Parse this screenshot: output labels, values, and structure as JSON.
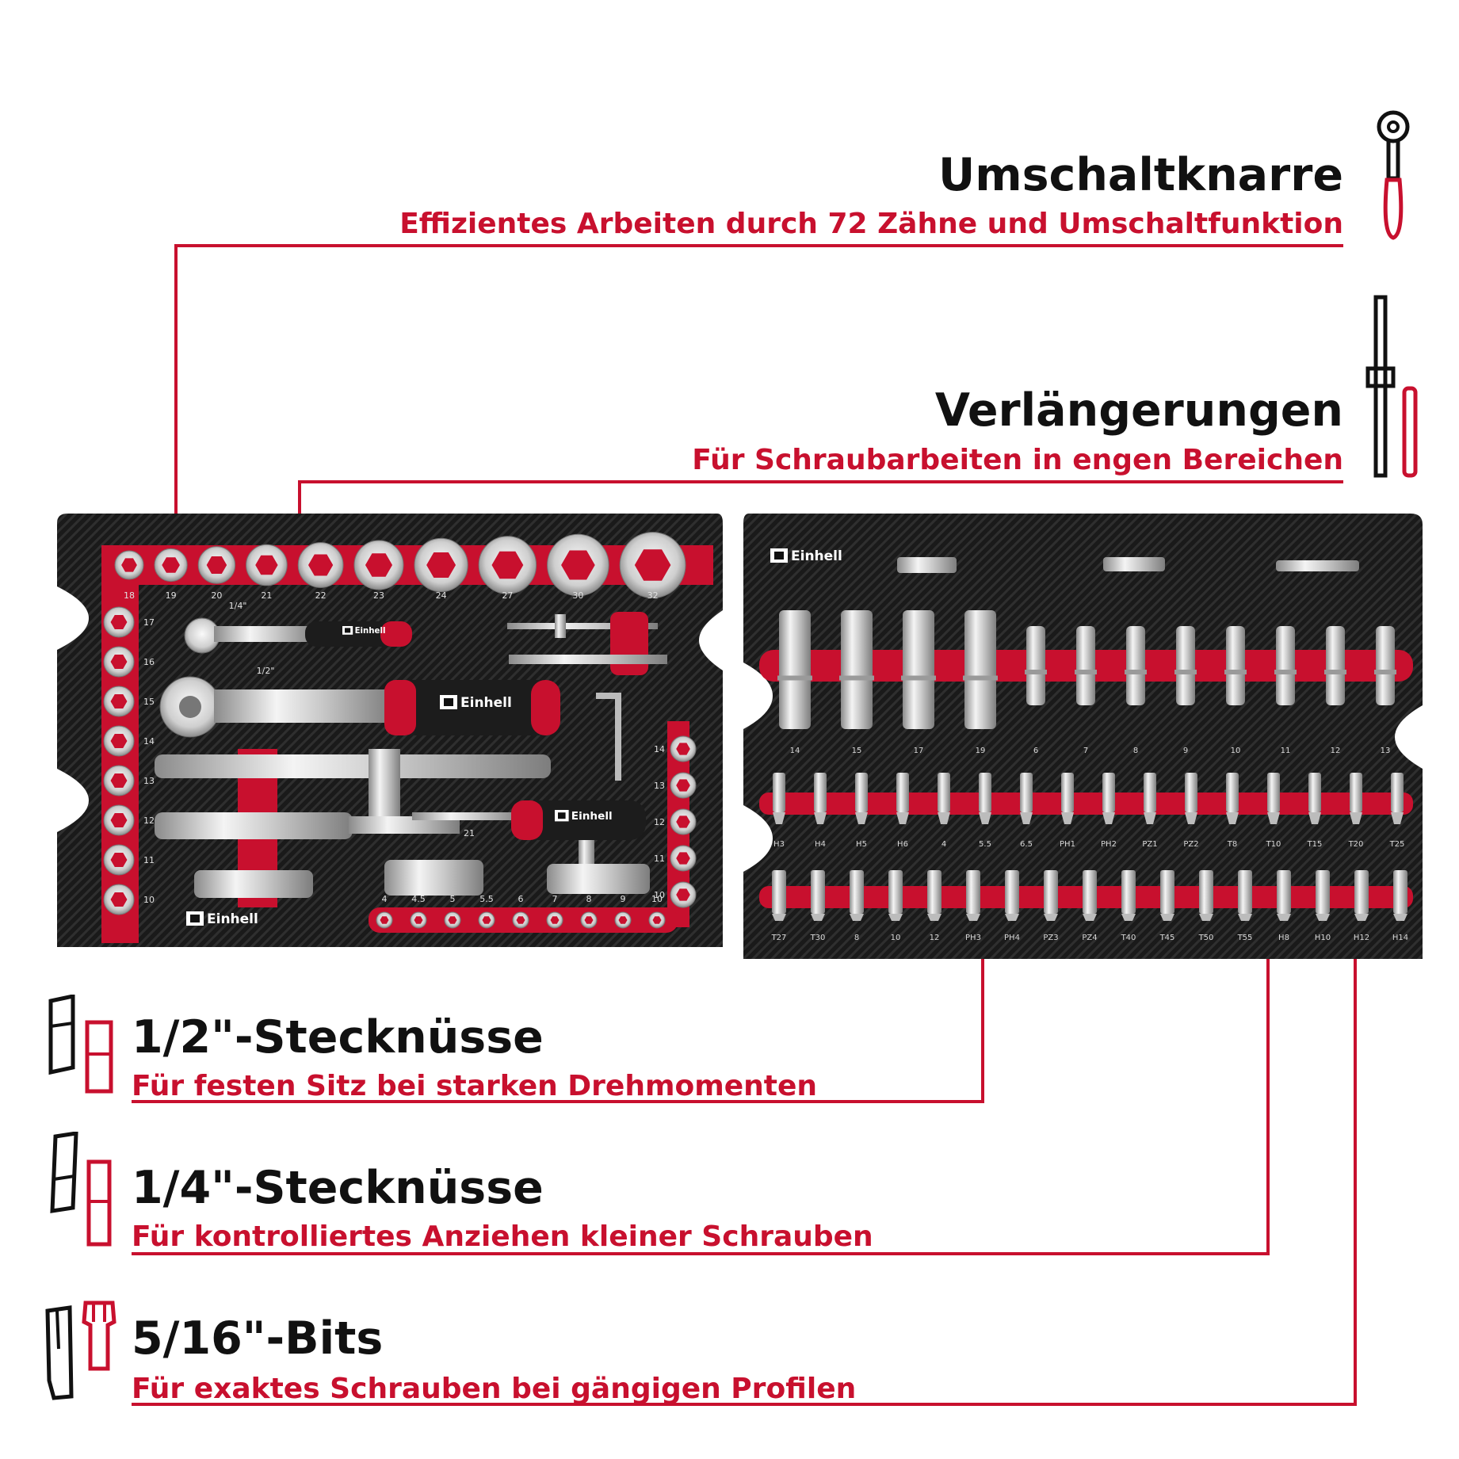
{
  "accent_color": "#c8102e",
  "text_color": "#111111",
  "features": {
    "ratchet": {
      "title": "Umschaltknarre",
      "subtitle": "Effizientes Arbeiten durch 72 Zähne und Umschaltfunktion",
      "icon": "ratchet-icon"
    },
    "extensions": {
      "title": "Verlängerungen",
      "subtitle": "Für Schraubarbeiten in engen Bereichen",
      "icon": "extension-bar-icon"
    },
    "sockets_half": {
      "title": "1/2\"-Stecknüsse",
      "subtitle": "Für festen Sitz bei starken Drehmomenten",
      "icon": "deep-socket-icon"
    },
    "sockets_quarter": {
      "title": "1/4\"-Stecknüsse",
      "subtitle": "Für kontrolliertes Anziehen kleiner Schrauben",
      "icon": "socket-icon"
    },
    "bits": {
      "title": "5/16\"-Bits",
      "subtitle": "Für exaktes Schrauben bei gängigen Profilen",
      "icon": "bit-icon"
    }
  },
  "brand": "Einhell",
  "left_tray": {
    "top_sockets": [
      "18",
      "19",
      "20",
      "21",
      "22",
      "23",
      "24",
      "27",
      "30",
      "32"
    ],
    "left_sockets": [
      "17",
      "16",
      "15",
      "14",
      "13",
      "12",
      "11",
      "10"
    ],
    "right_sockets": [
      "14",
      "13",
      "12",
      "11",
      "10"
    ],
    "bottom_sockets": [
      "4",
      "4.5",
      "5",
      "5.5",
      "6",
      "7",
      "8",
      "9",
      "10"
    ],
    "drive_labels": [
      "1/4\"",
      "1/2\""
    ],
    "misc_labels": [
      "21",
      "16"
    ]
  },
  "right_tray": {
    "deep_sockets": [
      "14",
      "15",
      "17",
      "19",
      "6",
      "7",
      "8",
      "9",
      "10",
      "11",
      "12",
      "13"
    ],
    "bits_row1": [
      "H3",
      "H4",
      "H5",
      "H6",
      "4",
      "5.5",
      "6.5",
      "PH1",
      "PH2",
      "PZ1",
      "PZ2",
      "T8",
      "T10",
      "T15",
      "T20",
      "T25"
    ],
    "bits_row2": [
      "T27",
      "T30",
      "8",
      "10",
      "12",
      "PH3",
      "PH4",
      "PZ3",
      "PZ4",
      "T40",
      "T45",
      "T50",
      "T55",
      "H8",
      "H10",
      "H12",
      "H14"
    ]
  }
}
